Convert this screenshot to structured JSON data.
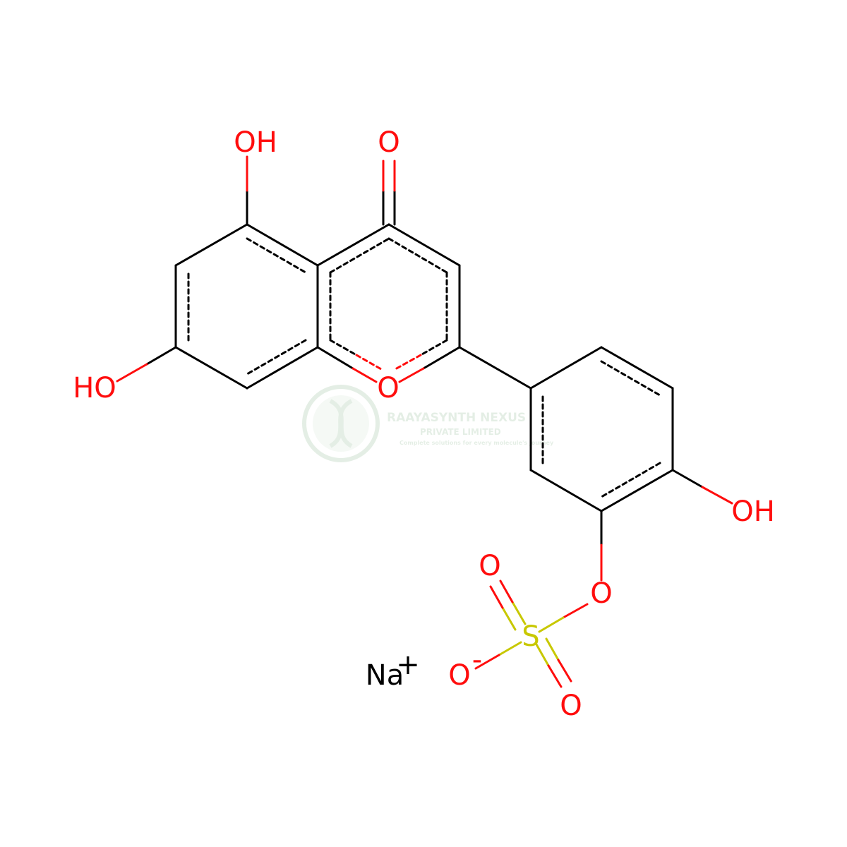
{
  "atoms": {
    "oh_top": "OH",
    "o_carbonyl": "O",
    "oh_left": "HO",
    "o_ring": "O",
    "oh_right": "OH",
    "o_ester": "O",
    "o_sulfonyl_top": "O",
    "s_atom": "S",
    "o_sulfonyl_bottom": "O",
    "o_anion": "O",
    "anion_charge": "-",
    "na_ion": "Na",
    "na_charge": "+"
  },
  "watermark": {
    "company": "RAAYASYNTH NEXUS",
    "subtitle": "PRIVATE LIMITED",
    "tagline": "Complete solutions for every molecule's journey"
  },
  "colors": {
    "bond": "#000000",
    "oxygen": "#ff0d0d",
    "sulfur": "#c8c800",
    "sodium": "#000000",
    "watermark": "#2e7d32"
  }
}
